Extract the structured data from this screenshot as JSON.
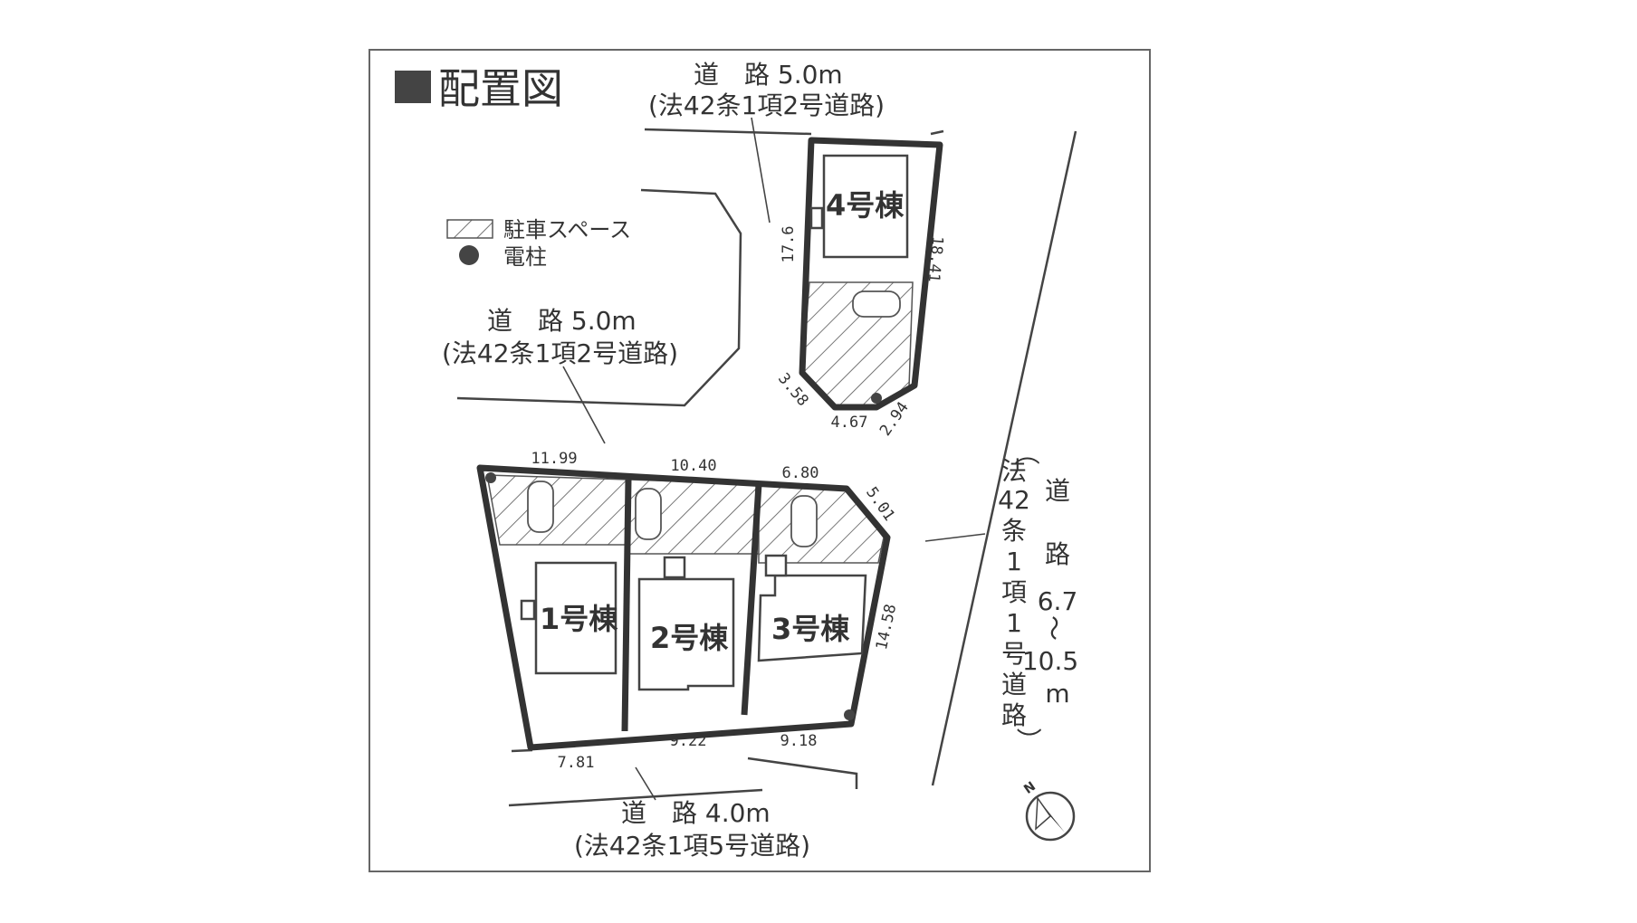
{
  "title": "配置図",
  "legend": {
    "parking": "駐車スペース",
    "pole": "電柱"
  },
  "roads": {
    "north": {
      "name": "道　路 5.0m",
      "law": "(法42条1項2号道路)"
    },
    "middle": {
      "name": "道　路 5.0m",
      "law": "(法42条1項2号道路)"
    },
    "south": {
      "name": "道　路 4.0m",
      "law": "(法42条1項5号道路)"
    },
    "east": {
      "law_chars": [
        "（",
        "法",
        "42",
        "条",
        "1",
        "項",
        "1",
        "号",
        "道",
        "路",
        "）"
      ],
      "name_chars": [
        "道",
        "路",
        "6.7",
        "〜",
        "10.5",
        "m"
      ]
    }
  },
  "buildings": {
    "b1": "1号棟",
    "b2": "2号棟",
    "b3": "3号棟",
    "b4": "4号棟"
  },
  "dimensions": {
    "d_11_99": "11.99",
    "d_10_40": "10.40",
    "d_6_80": "6.80",
    "d_5_01": "5.01",
    "d_14_58": "14.58",
    "d_7_81": "7.81",
    "d_9_22": "9.22",
    "d_9_18": "9.18",
    "d_17_6": "17.6",
    "d_18_41": "18.41",
    "d_3_58": "3.58",
    "d_4_67": "4.67",
    "d_2_94": "2.94"
  },
  "north_mark": "N"
}
